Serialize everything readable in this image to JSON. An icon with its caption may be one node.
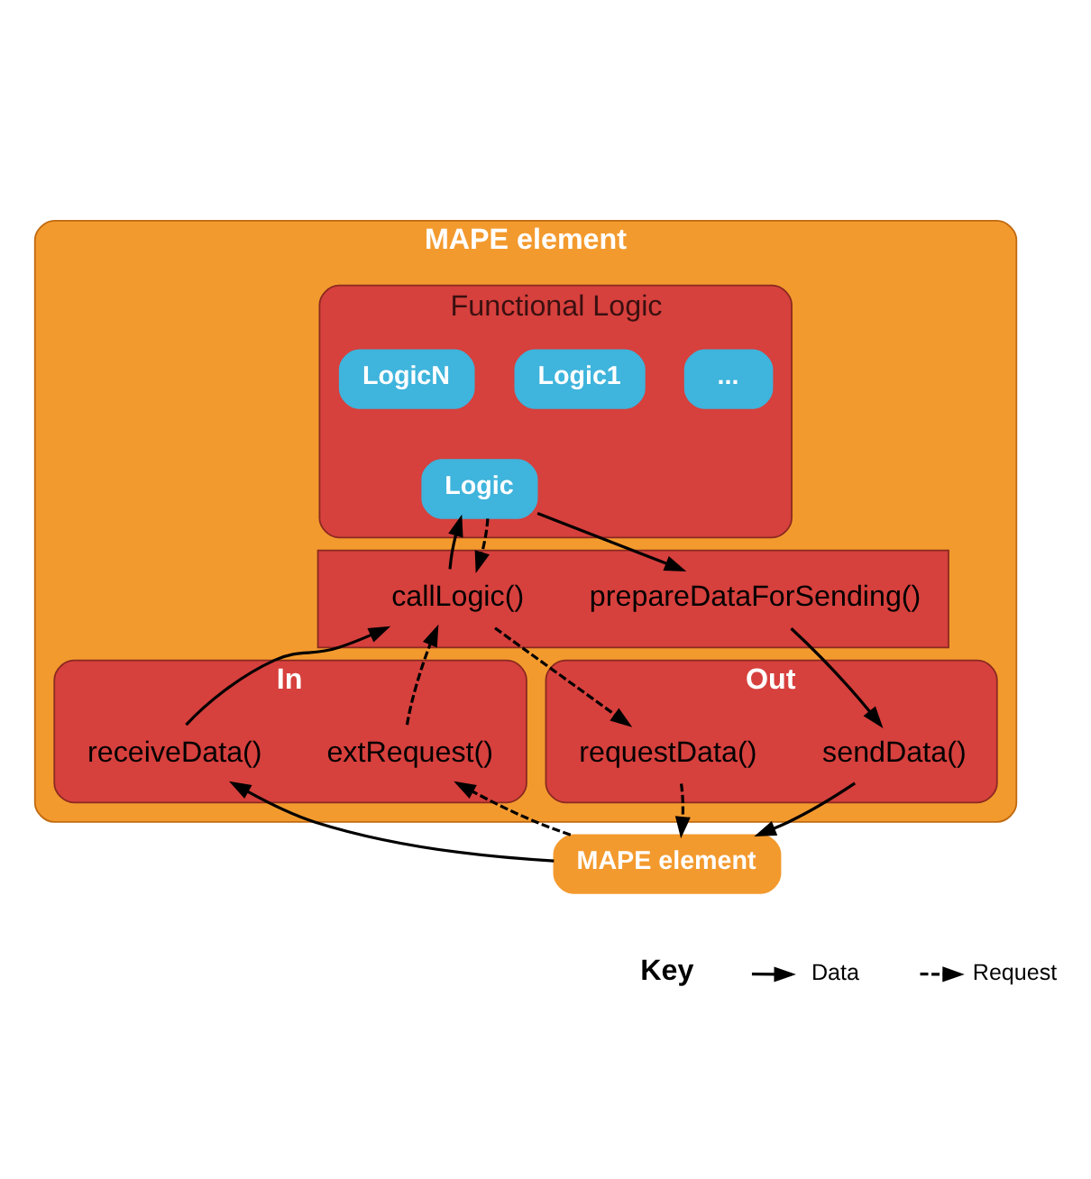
{
  "diagram": {
    "nodes": [
      {
        "text": [
          "MAPE element"
        ]
      },
      {
        "text": [
          "Functional Logic"
        ],
        "in": 0
      },
      {
        "text": [
          "Logic1"
        ],
        "in": 1
      },
      {
        "text": [
          "..."
        ],
        "in": 1
      },
      {
        "text": [
          "LogicN"
        ],
        "in": 1
      },
      {
        "text": [
          "Logic"
        ],
        "in": 1
      },
      {
        "text": [],
        "shape": "box",
        "in": 0
      },
      {
        "text": [
          "callLogic()"
        ],
        "in": 6
      },
      {
        "text": [
          "prepareDataForSending()"
        ],
        "in": 6
      },
      {
        "text": [
          "In"
        ],
        "in": 0
      },
      {
        "text": [
          "extRequest()"
        ],
        "in": 9
      },
      {
        "text": [
          "receiveData()"
        ],
        "in": 9
      },
      {
        "text": [
          "Out"
        ],
        "in": 0
      },
      {
        "text": [
          "sendData()"
        ],
        "in": 12
      },
      {
        "text": [
          "requestData()"
        ],
        "in": 12
      },
      {
        "text": [
          "MAPE element"
        ]
      }
    ],
    "edges": [
      {
        "from": 7,
        "to": 5,
        "arrow": "to"
      },
      {
        "from": 5,
        "to": 8,
        "arrow": "to"
      },
      {
        "from": 5,
        "to": 7,
        "arrow": "to",
        "style": "dashed"
      },
      {
        "from": 11,
        "to": 7,
        "arrow": "to"
      },
      {
        "from": 10,
        "to": 7,
        "arrow": "to",
        "style": "dashed"
      },
      {
        "from": 7,
        "to": 14,
        "arrow": "to",
        "style": "dashed"
      },
      {
        "from": 8,
        "to": 13,
        "arrow": "to"
      },
      {
        "from": 15,
        "to": 11,
        "arrow": "to"
      },
      {
        "from": 15,
        "to": 10,
        "arrow": "to",
        "style": "dashed"
      },
      {
        "from": 14,
        "to": 15,
        "arrow": "to",
        "style": "dashed"
      },
      {
        "from": 13,
        "to": 15,
        "arrow": "to"
      }
    ],
    "labels": [
      "Key"
    ],
    "legend": [
      {
        "text": "Data"
      },
      {
        "text": "Request"
      }
    ]
  }
}
